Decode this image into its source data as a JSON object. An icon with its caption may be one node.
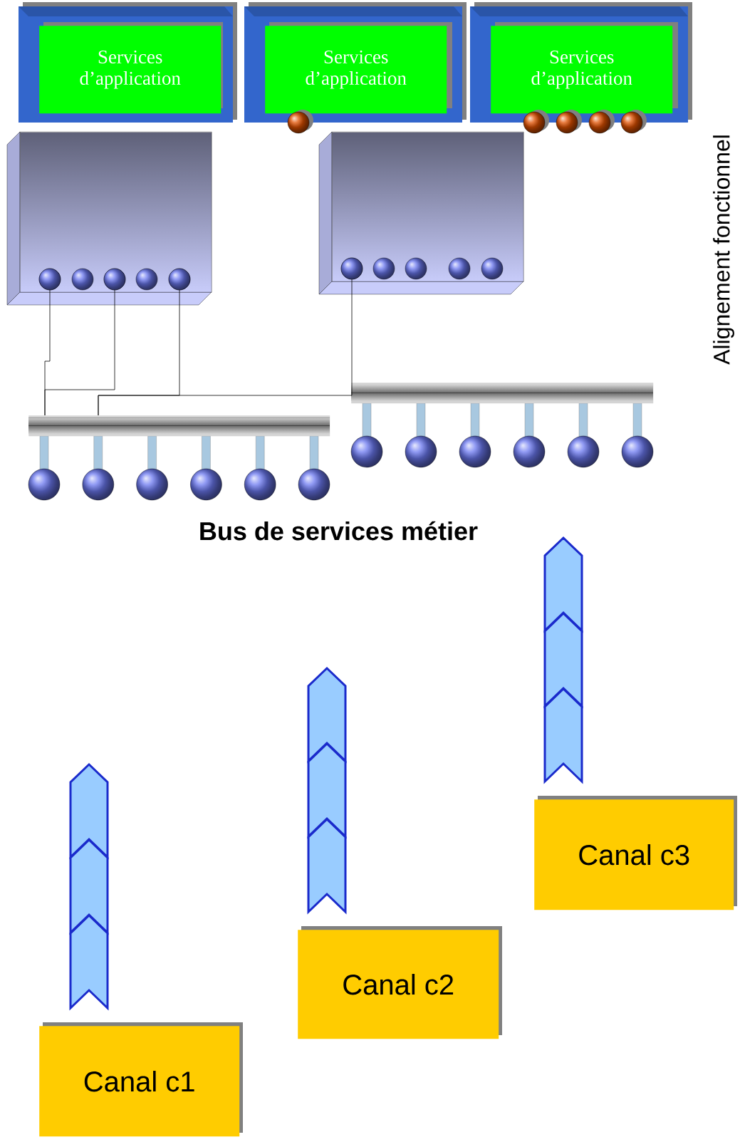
{
  "diagram": {
    "nodes": [
      {
        "text": [
          "Services d’application"
        ]
      },
      {
        "text": [
          "Services d’application"
        ]
      },
      {
        "text": [
          "Services d’application"
        ]
      },
      {
        "text": [],
        "shape": "box"
      },
      {
        "text": [],
        "shape": "box"
      },
      {
        "text": [],
        "shape": "bar"
      },
      {
        "text": [],
        "shape": "bar"
      },
      {
        "text": [
          "Canal c1"
        ]
      },
      {
        "text": [
          "Canal c2"
        ]
      },
      {
        "text": [
          "Canal c3"
        ]
      }
    ],
    "edges": [
      {
        "from": 3,
        "to": 5,
        "arrow": "other"
      },
      {
        "from": 3,
        "to": 5,
        "arrow": "other"
      },
      {
        "from": 3,
        "to": 5,
        "arrow": "other"
      },
      {
        "from": 4,
        "to": 5,
        "arrow": "other"
      }
    ],
    "labels": [
      "Bus de services métier",
      "Alignement fonctionnel"
    ]
  }
}
